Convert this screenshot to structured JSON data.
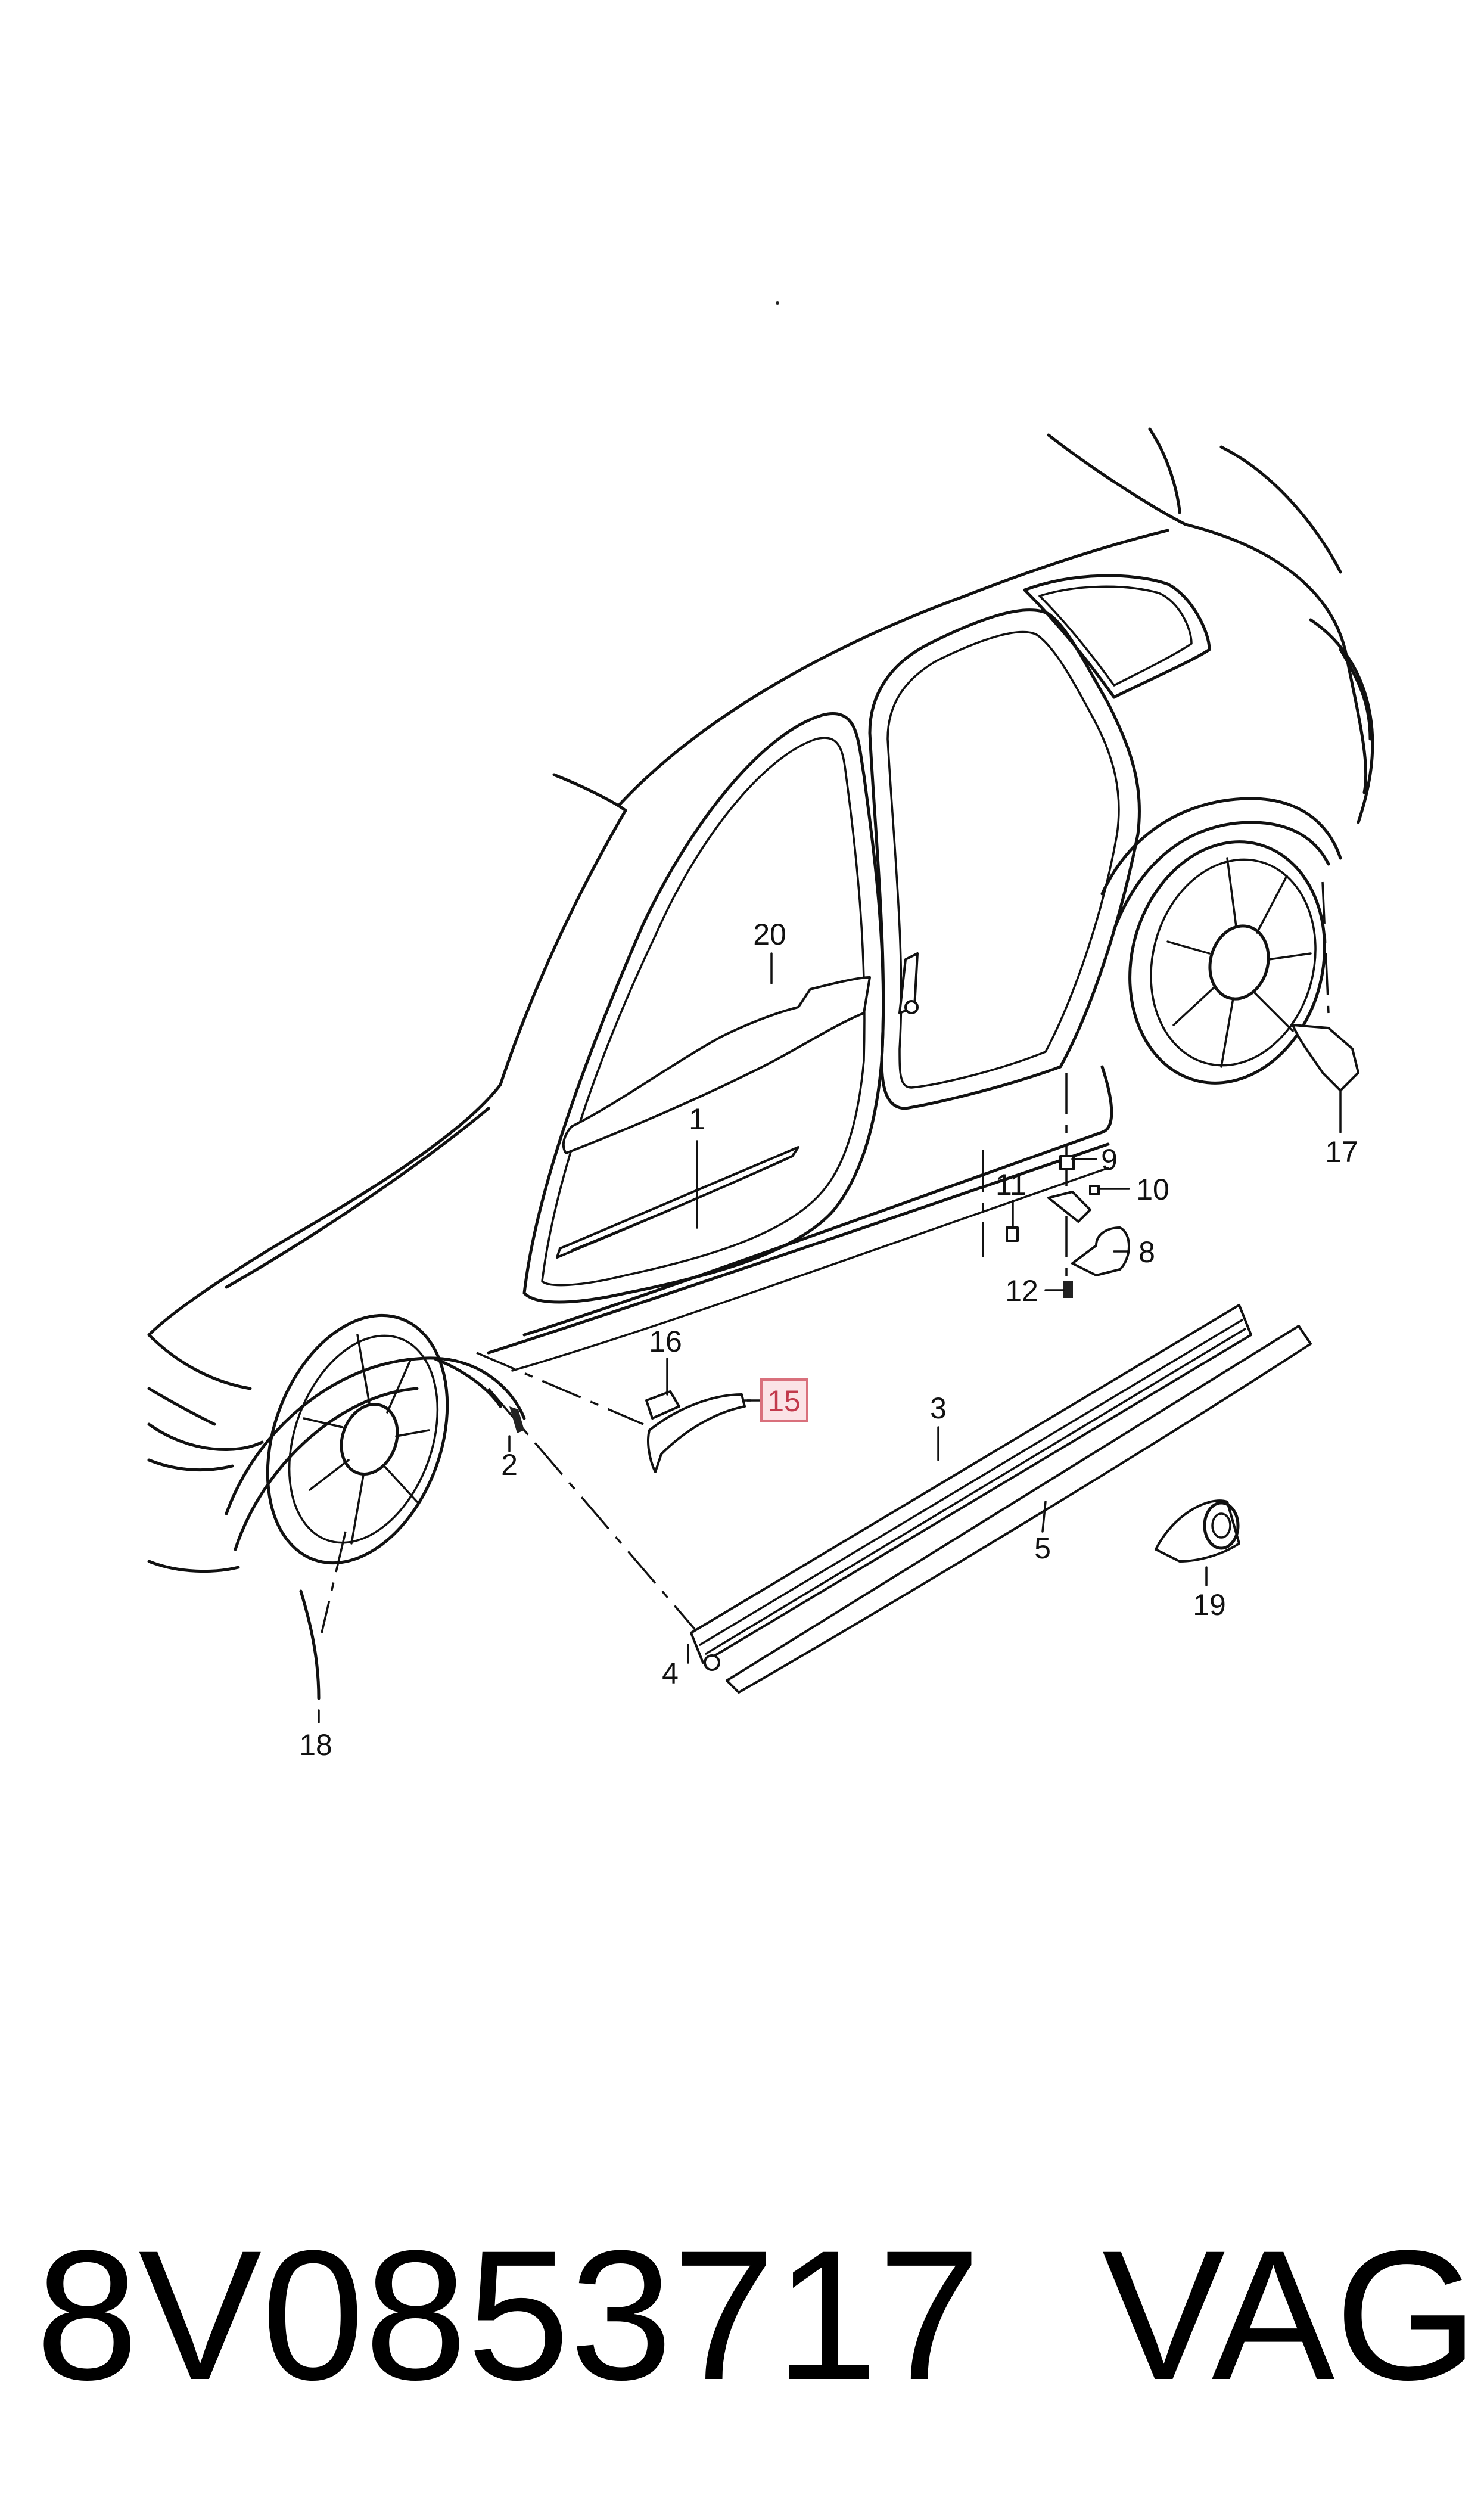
{
  "diagram": {
    "callouts": [
      {
        "id": "1",
        "label": "1"
      },
      {
        "id": "2",
        "label": "2"
      },
      {
        "id": "3",
        "label": "3"
      },
      {
        "id": "4",
        "label": "4"
      },
      {
        "id": "5",
        "label": "5"
      },
      {
        "id": "8",
        "label": "8"
      },
      {
        "id": "9",
        "label": "9"
      },
      {
        "id": "10",
        "label": "10"
      },
      {
        "id": "11",
        "label": "11"
      },
      {
        "id": "12",
        "label": "12"
      },
      {
        "id": "15",
        "label": "15",
        "highlighted": true
      },
      {
        "id": "16",
        "label": "16"
      },
      {
        "id": "17",
        "label": "17"
      },
      {
        "id": "18",
        "label": "18"
      },
      {
        "id": "19",
        "label": "19"
      },
      {
        "id": "20",
        "label": "20"
      }
    ],
    "highlight_color": "#d9707c"
  },
  "footer": {
    "part_number": "8V0853717",
    "brand": "VAG"
  }
}
